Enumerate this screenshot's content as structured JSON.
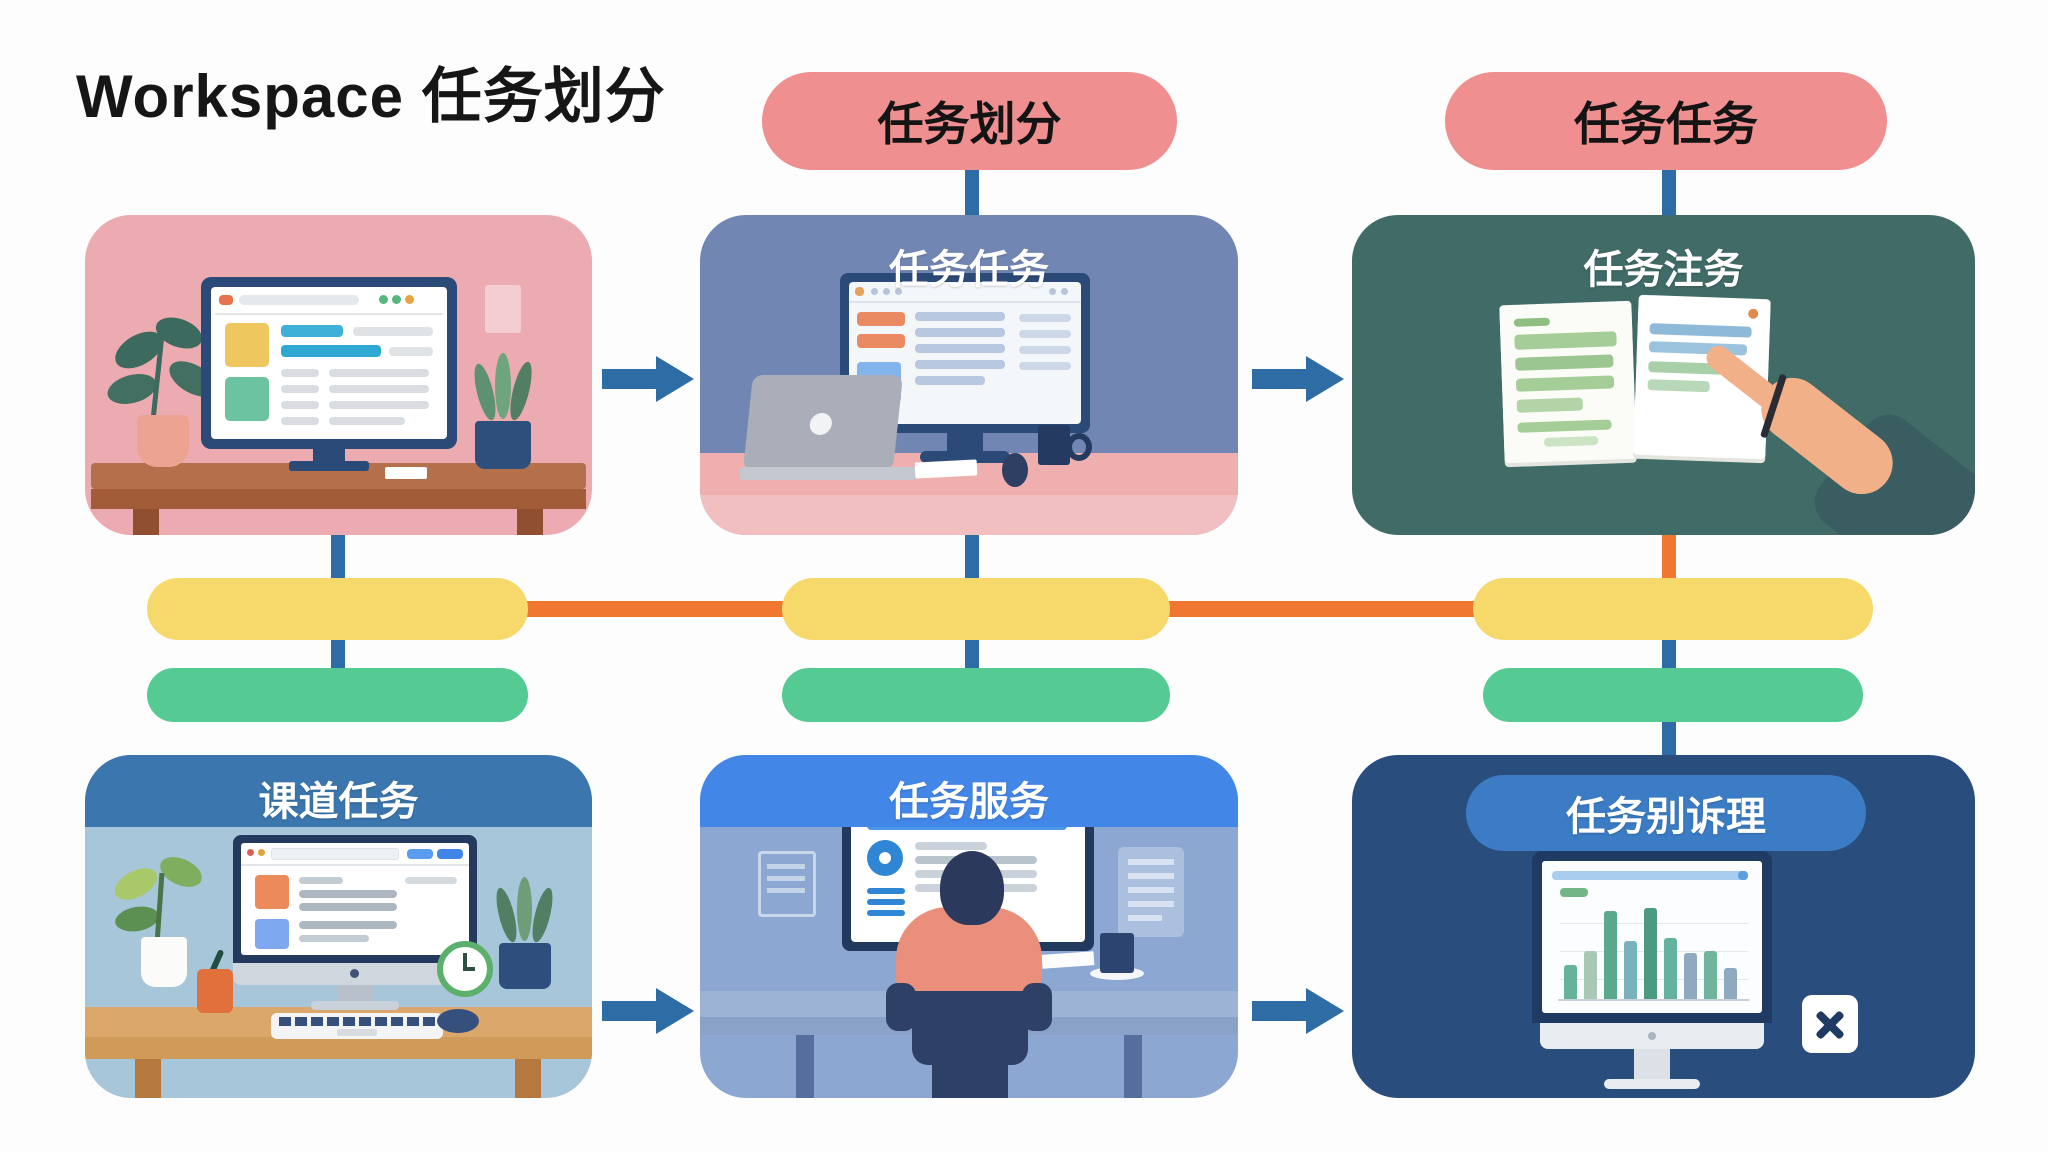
{
  "title": "Workspace 任务划分",
  "top_pills": [
    {
      "label": "任务划分"
    },
    {
      "label": "任务任务"
    }
  ],
  "panels": {
    "top_left": {
      "label": "",
      "description": "pink workspace with desktop monitor, two plants, wooden desk"
    },
    "top_middle": {
      "label": "任务任务",
      "description": "blue workspace with monitor, laptop, mug, mouse"
    },
    "top_right": {
      "label": "任务注务",
      "description": "teal panel with open book and pointing hand holding pen"
    },
    "bottom_left": {
      "label": "课道任务",
      "description": "blue workspace with iMac, keyboard, clock, plants"
    },
    "bottom_middle": {
      "label": "任务服务",
      "description": "person at desk in front of monitor with mug"
    },
    "bottom_right": {
      "label": "任务别诉理",
      "close_icon": "✕",
      "chart": {
        "type": "bar",
        "bars": [
          {
            "v": 35,
            "c": "#66b29b"
          },
          {
            "v": 50,
            "c": "#a6c8b4"
          },
          {
            "v": 92,
            "c": "#59a98c"
          },
          {
            "v": 60,
            "c": "#79b2bd"
          },
          {
            "v": 95,
            "c": "#4b9a82"
          },
          {
            "v": 64,
            "c": "#66b2a0"
          },
          {
            "v": 48,
            "c": "#8fa9c0"
          },
          {
            "v": 50,
            "c": "#6fb49b"
          },
          {
            "v": 32,
            "c": "#8fa9c0"
          }
        ]
      }
    }
  },
  "colors": {
    "pink_pill": "#ef8f8f",
    "yellow_pill": "#f7d96b",
    "green_pill": "#55ca93",
    "connector_blue": "#2e6ca6",
    "connector_orange": "#f0772f",
    "panel_top_left_bg": "#ecabb0",
    "panel_top_middle_bg": "#7286b3",
    "panel_top_right_bg": "#406b66",
    "panel_bottom_left_header": "#3b76ae",
    "panel_bottom_left_body": "#a7c6da",
    "panel_bottom_middle_header": "#4286e7",
    "panel_bottom_middle_body": "#8ba7d2",
    "panel_bottom_right_bg": "#294d7d",
    "panel_bottom_right_pill": "#3b7cc4"
  }
}
